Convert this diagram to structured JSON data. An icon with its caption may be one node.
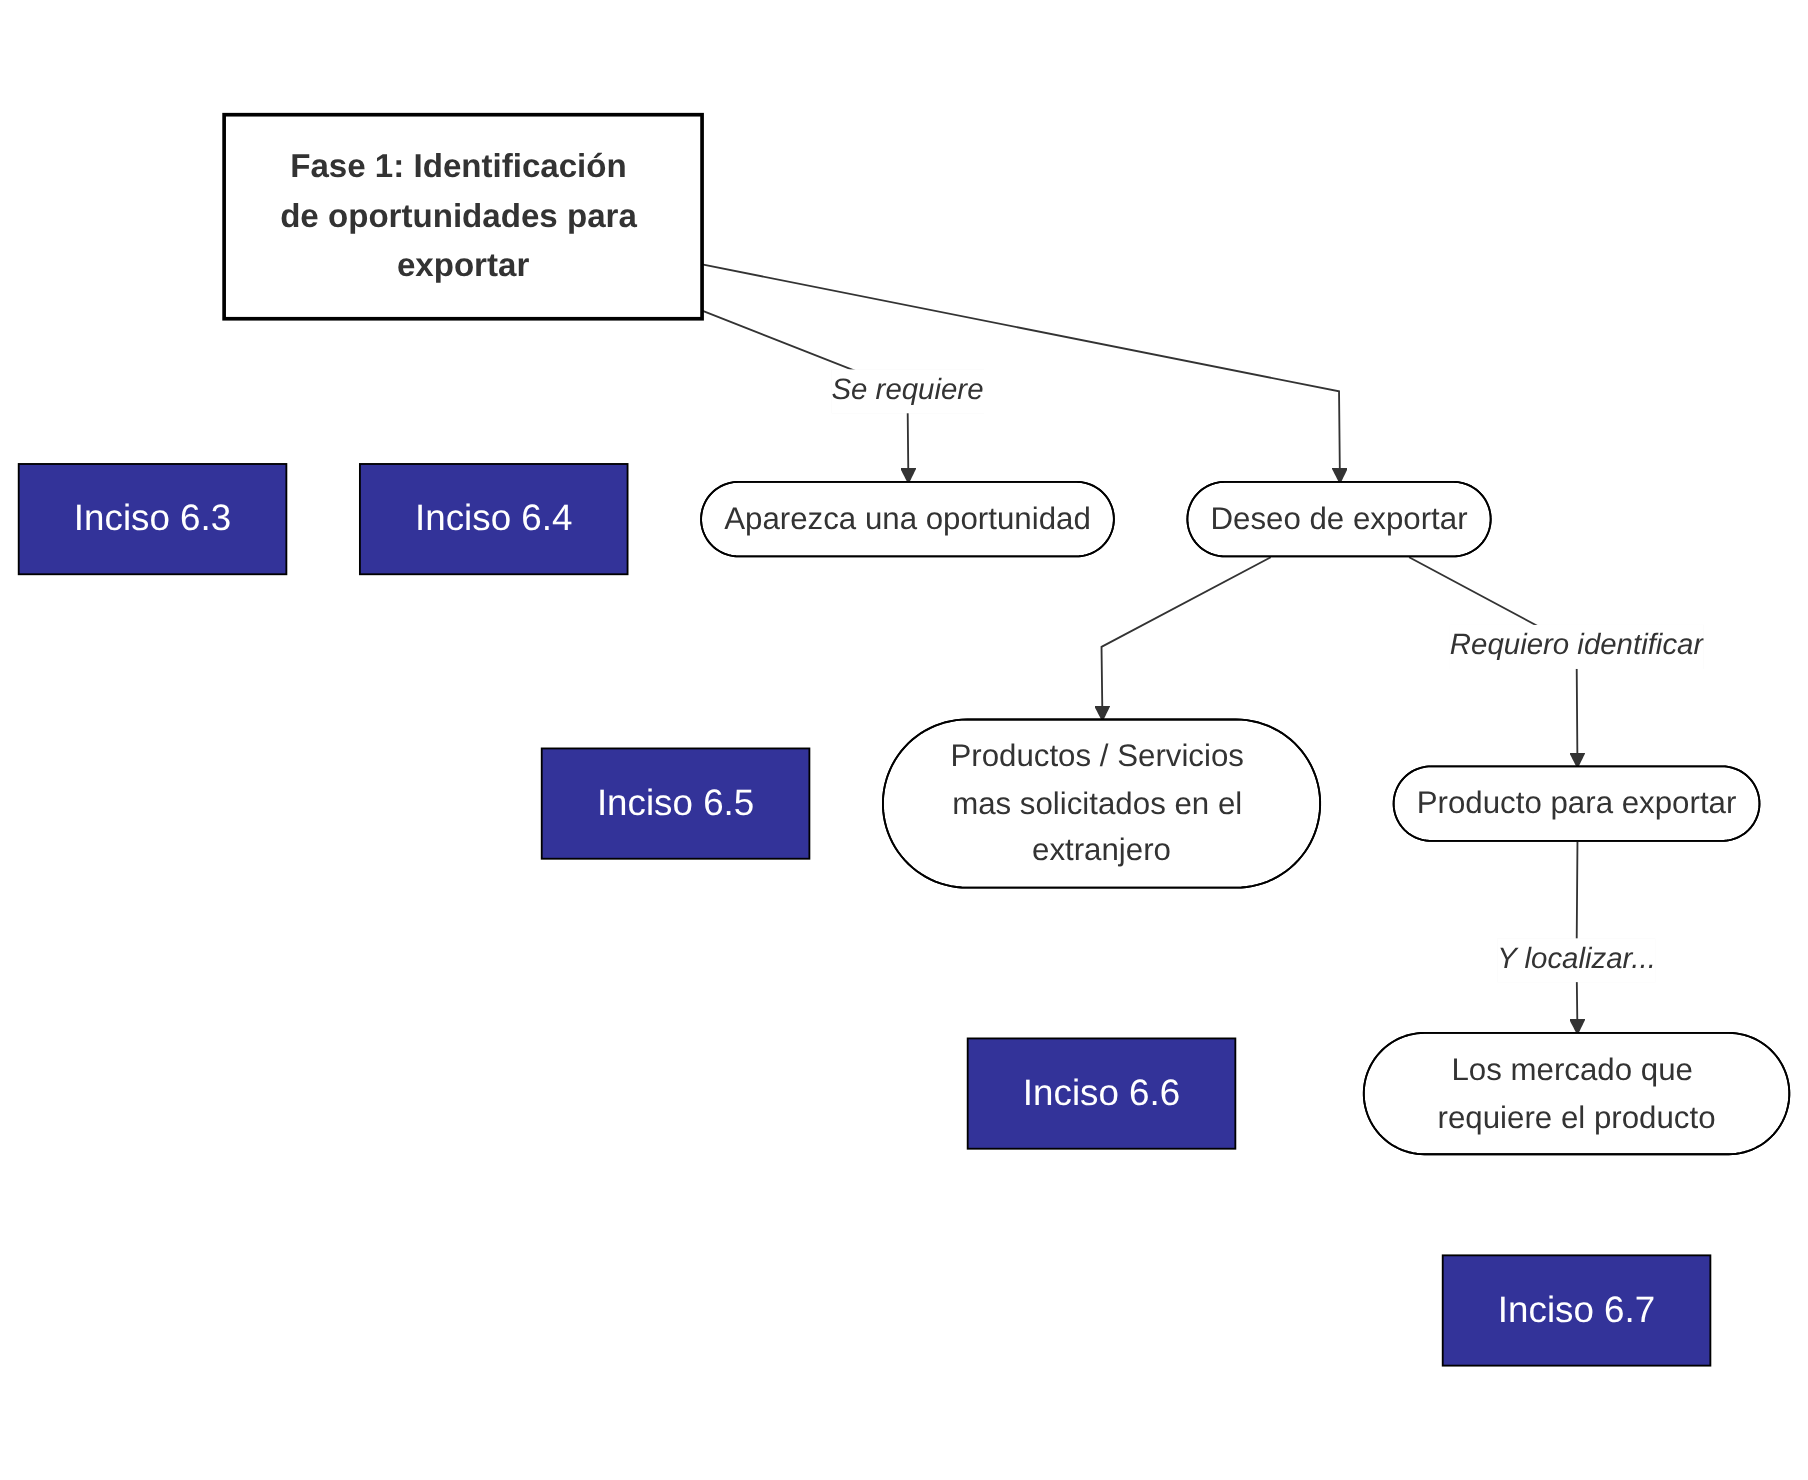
{
  "diagram": {
    "nodes": [
      {
        "text": [
          "Fase 1: Identificación de oportunidades para exportar"
        ]
      },
      {
        "text": [
          "Inciso 6.3"
        ]
      },
      {
        "text": [
          "Inciso 6.4"
        ]
      },
      {
        "text": [
          "Aparezca una oportunidad"
        ]
      },
      {
        "text": [
          "Deseo de exportar"
        ]
      },
      {
        "text": [
          "Inciso 6.5"
        ]
      },
      {
        "text": [
          "Producto para exportar"
        ]
      },
      {
        "text": [
          "Productos / Servicios mas solicitados en el extranjero"
        ]
      },
      {
        "text": [
          "Inciso 6.6"
        ]
      },
      {
        "text": [
          "Los mercado que requiere el producto"
        ]
      },
      {
        "text": [
          "Inciso 6.7"
        ]
      }
    ],
    "edges": [
      {
        "from": 0,
        "to": 3,
        "arrow": "to",
        "label": "Se requiere"
      },
      {
        "from": 0,
        "to": 4,
        "arrow": "to"
      },
      {
        "from": 4,
        "to": 6,
        "arrow": "to",
        "label": "Requiero identificar"
      },
      {
        "from": 4,
        "to": 7,
        "arrow": "to"
      },
      {
        "from": 6,
        "to": 9,
        "arrow": "to",
        "label": "Y localizar..."
      }
    ]
  }
}
